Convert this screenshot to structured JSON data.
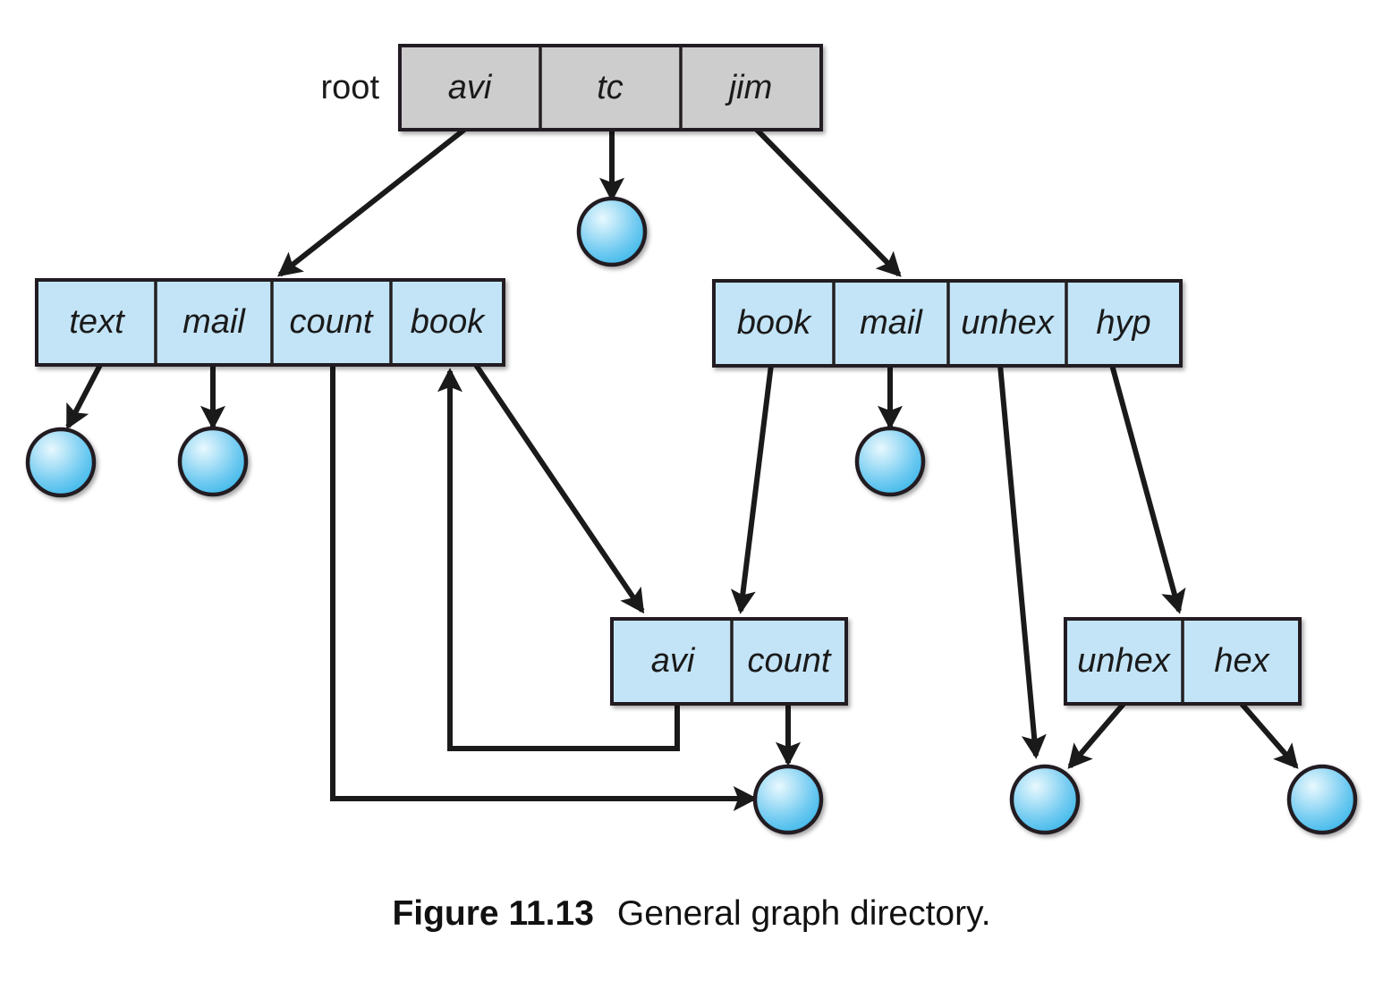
{
  "figure": {
    "caption_label": "Figure 11.13",
    "caption_text": "General graph directory.",
    "root_tag": "root"
  },
  "colors": {
    "root_fill": "#cdcdcd",
    "dir_fill": "#c3e4f7",
    "stroke": "#231f20",
    "node_fill_light": "#d9f1fb",
    "node_fill_mid": "#63c8f0",
    "background": "#ffffff"
  },
  "boxes": {
    "root": {
      "name": "root-directory-box",
      "cells": [
        "avi",
        "tc",
        "jim"
      ]
    },
    "avi_dir": {
      "name": "avi-directory-box",
      "cells": [
        "text",
        "mail",
        "count",
        "book"
      ]
    },
    "jim_dir": {
      "name": "jim-directory-box",
      "cells": [
        "book",
        "mail",
        "unhex",
        "hyp"
      ]
    },
    "book_dir": {
      "name": "book-directory-box",
      "cells": [
        "avi",
        "count"
      ]
    },
    "hyp_dir": {
      "name": "hyp-directory-box",
      "cells": [
        "unhex",
        "hex"
      ]
    }
  },
  "file_nodes": [
    {
      "name": "file-node-tc"
    },
    {
      "name": "file-node-text"
    },
    {
      "name": "file-node-mail-avi"
    },
    {
      "name": "file-node-mail-jim"
    },
    {
      "name": "file-node-count-shared"
    },
    {
      "name": "file-node-unhex-shared"
    },
    {
      "name": "file-node-hex"
    }
  ],
  "edges": [
    {
      "from": "root.avi",
      "to": "avi_dir",
      "style": "diagonal-arrow"
    },
    {
      "from": "root.tc",
      "to": "file-node-tc",
      "style": "vertical-arrow"
    },
    {
      "from": "root.jim",
      "to": "jim_dir",
      "style": "diagonal-arrow"
    },
    {
      "from": "avi_dir.text",
      "to": "file-node-text",
      "style": "diagonal-arrow"
    },
    {
      "from": "avi_dir.mail",
      "to": "file-node-mail-avi",
      "style": "vertical-arrow"
    },
    {
      "from": "avi_dir.count",
      "to": "file-node-count-shared",
      "style": "orthogonal-arrow"
    },
    {
      "from": "avi_dir.book",
      "to": "book_dir",
      "style": "diagonal-arrow"
    },
    {
      "from": "jim_dir.book",
      "to": "book_dir",
      "style": "diagonal-arrow"
    },
    {
      "from": "jim_dir.mail",
      "to": "file-node-mail-jim",
      "style": "vertical-arrow"
    },
    {
      "from": "jim_dir.unhex",
      "to": "file-node-unhex-shared",
      "style": "diagonal-arrow"
    },
    {
      "from": "jim_dir.hyp",
      "to": "hyp_dir",
      "style": "diagonal-arrow"
    },
    {
      "from": "book_dir.avi",
      "to": "avi_dir.book",
      "style": "orthogonal-arrow"
    },
    {
      "from": "book_dir.count",
      "to": "file-node-count-shared",
      "style": "vertical-arrow"
    },
    {
      "from": "hyp_dir.unhex",
      "to": "file-node-unhex-shared",
      "style": "diagonal-arrow"
    },
    {
      "from": "hyp_dir.hex",
      "to": "file-node-hex",
      "style": "diagonal-arrow"
    }
  ]
}
